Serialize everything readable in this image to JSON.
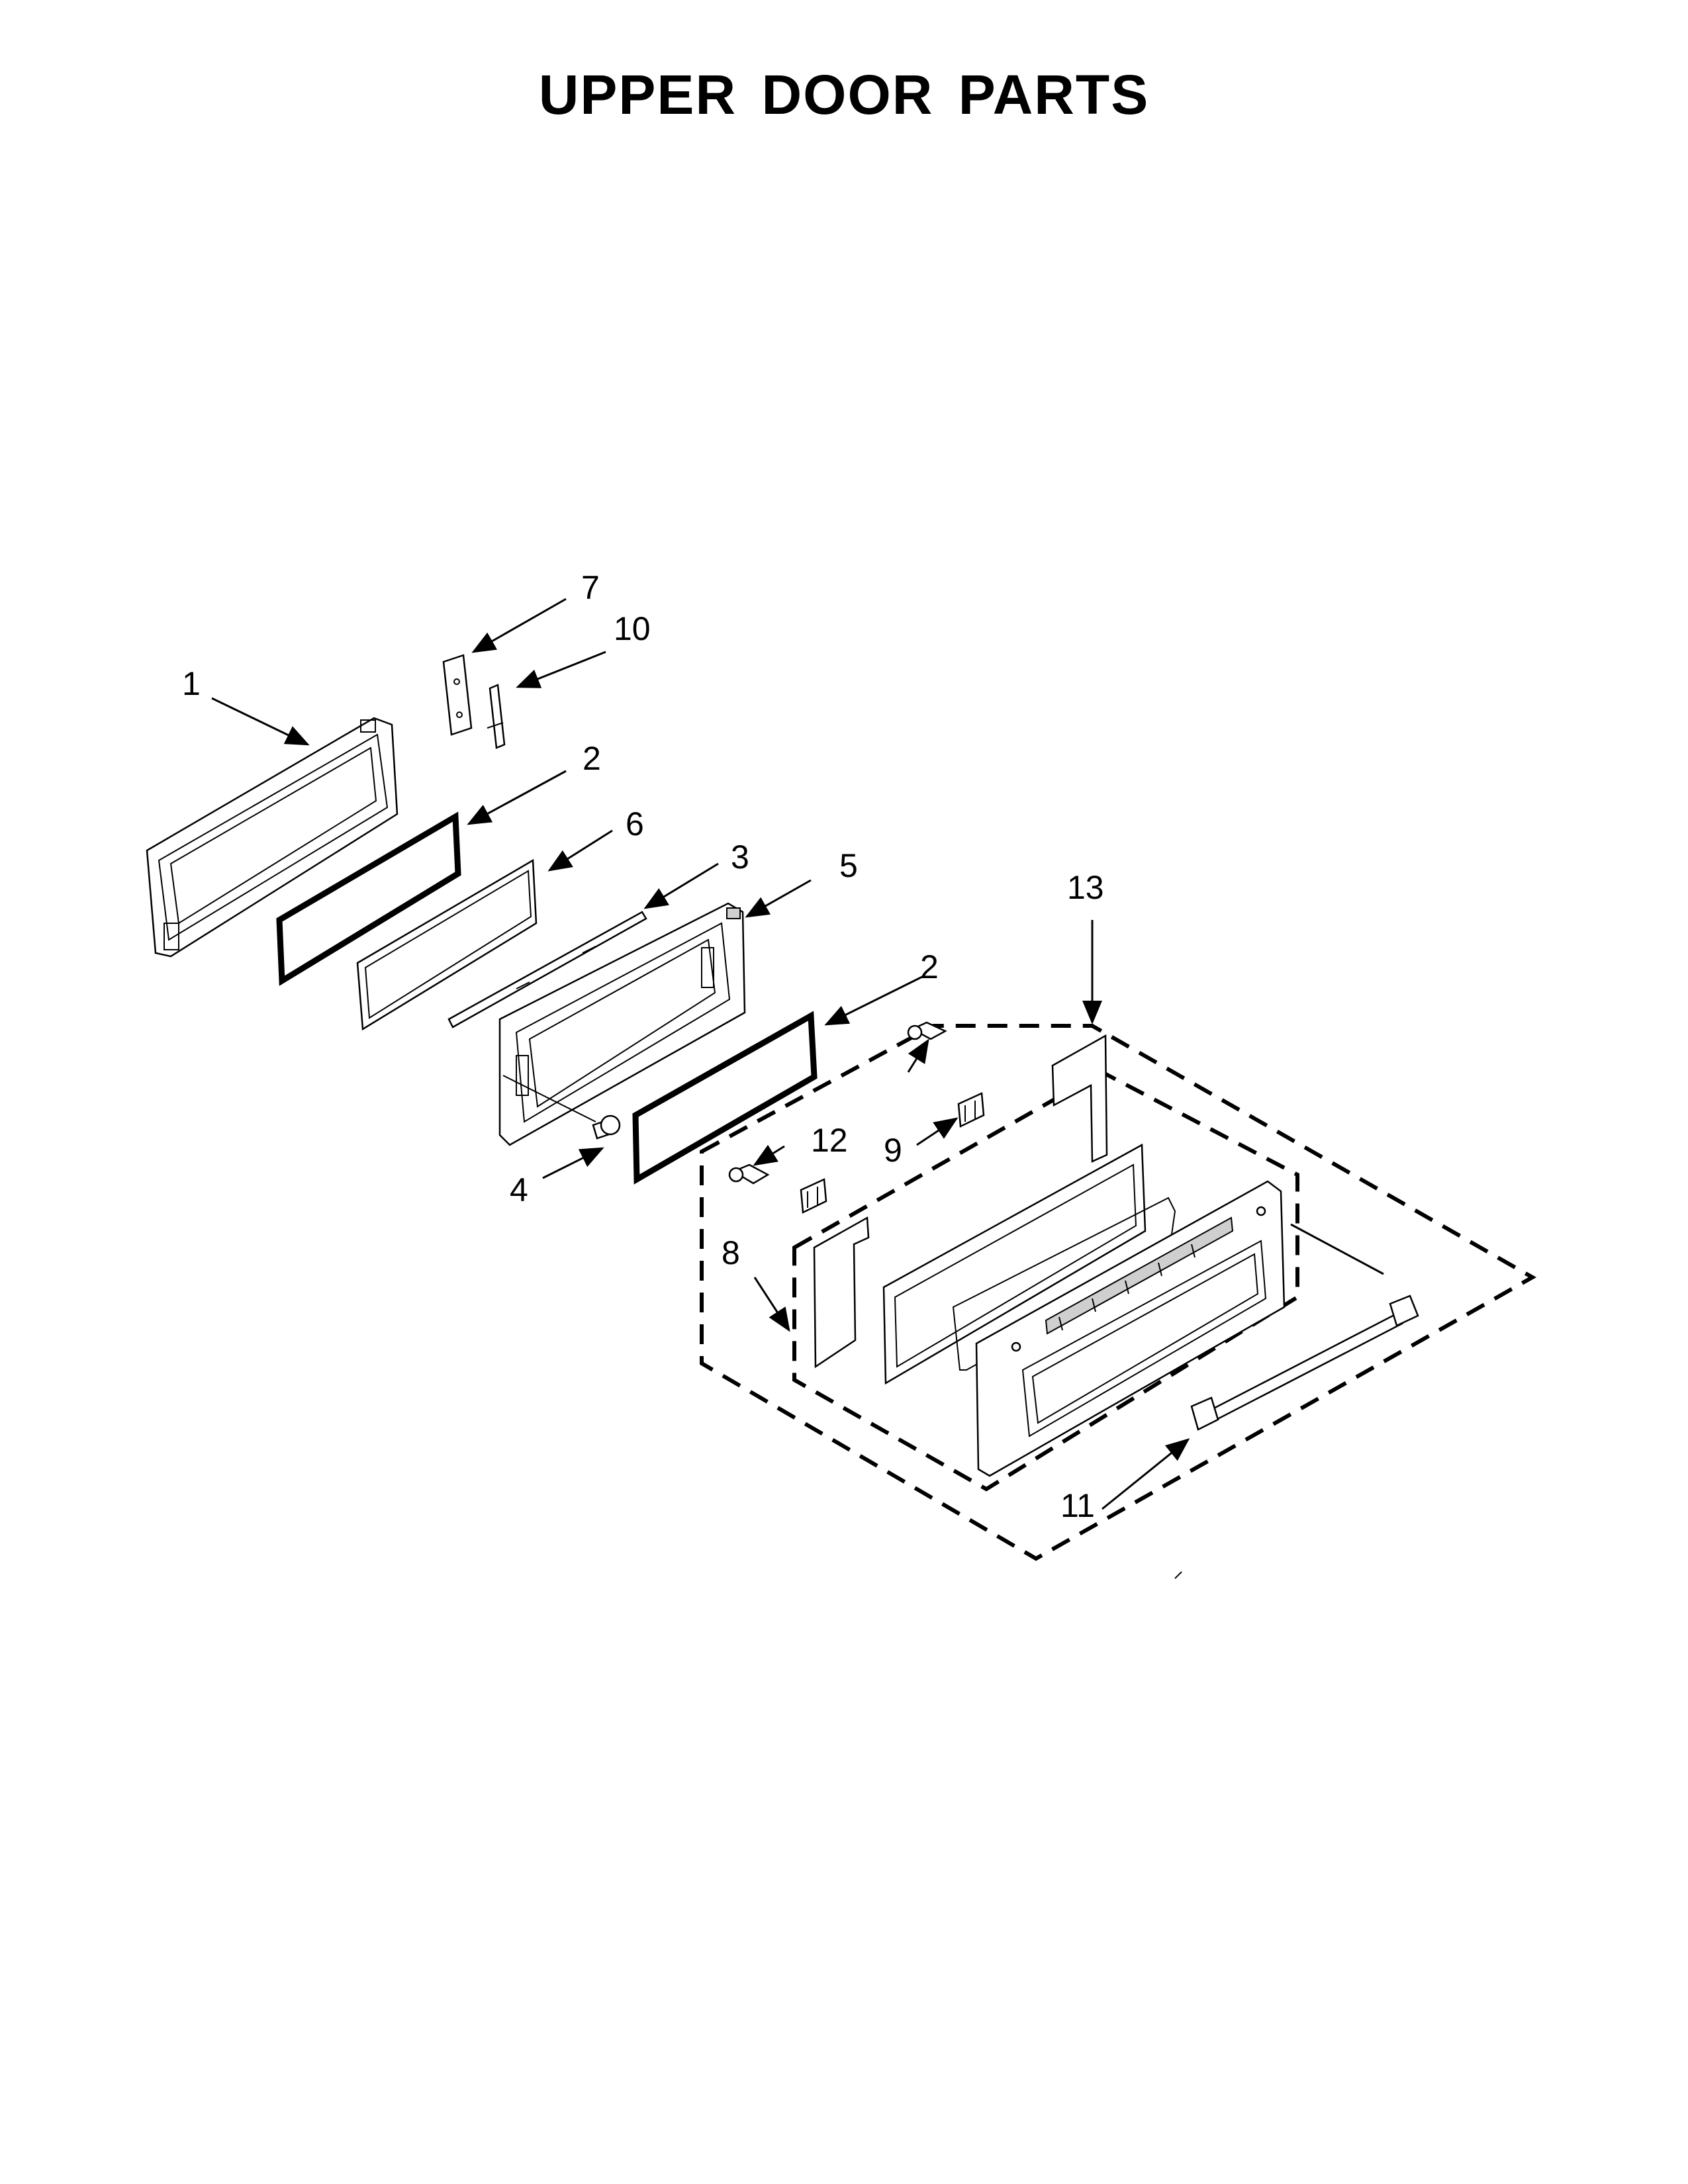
{
  "title": "UPPER DOOR PARTS",
  "callouts": {
    "c1": "1",
    "c2a": "2",
    "c2b": "2",
    "c3": "3",
    "c4": "4",
    "c5": "5",
    "c6": "6",
    "c7": "7",
    "c8": "8",
    "c9": "9",
    "c10": "10",
    "c11": "11",
    "c12": "12",
    "c13": "13"
  }
}
